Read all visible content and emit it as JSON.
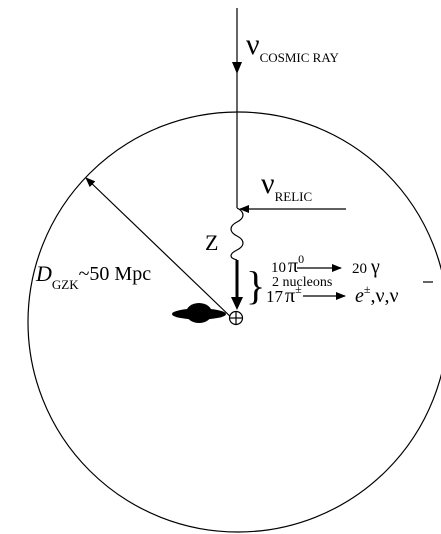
{
  "labels": {
    "nu_symbol": "ν",
    "cosmic_ray_sub": "COSMIC RAY",
    "relic_sub": "RELIC",
    "z_boson": "Z",
    "d_symbol": "D",
    "gzk_sub": "GZK",
    "distance": "~50 Mpc",
    "pi0_count": "10",
    "pi_symbol": "π",
    "pi0_sup": "0",
    "gamma_count": "20",
    "gamma_symbol": "γ",
    "nucleons": "2 nucleons",
    "pipm_count": "17",
    "pipm_sup": "±",
    "e_symbol": "e",
    "e_sup": "±",
    "nu_list": ",ν,",
    "nubar": "ν",
    "brace": "}"
  }
}
